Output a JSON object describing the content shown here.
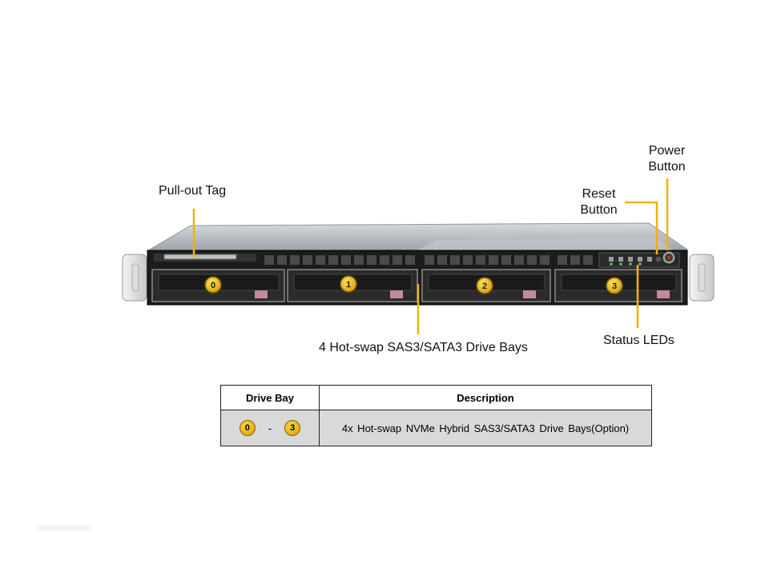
{
  "callouts": {
    "pullout_tag": "Pull-out  Tag",
    "power_button_line1": "Power",
    "power_button_line2": "Button",
    "reset_button_line1": "Reset",
    "reset_button_line2": "Button",
    "drive_bays": "4 Hot-swap  SAS3/SATA3 Drive Bays",
    "status_leds": "Status LEDs"
  },
  "bays": [
    {
      "number": "0"
    },
    {
      "number": "1"
    },
    {
      "number": "2"
    },
    {
      "number": "3"
    }
  ],
  "legend": {
    "headers": {
      "drive_bay": "Drive Bay",
      "description": "Description"
    },
    "row": {
      "bay_from": "0",
      "separator": "-",
      "bay_to": "3",
      "description": "4x Hot-swap NVMe Hybrid SAS3/SATA3 Drive  Bays(Option)"
    }
  },
  "colors": {
    "callout_line": "#f0b400",
    "bay_marker": "#f2bf10",
    "chassis_top": "#b9bec4",
    "chassis_front": "#1c1c1c"
  },
  "icons": {
    "bay_marker": "numbered-circle",
    "power": "power-button-icon",
    "reset": "reset-button-icon"
  }
}
